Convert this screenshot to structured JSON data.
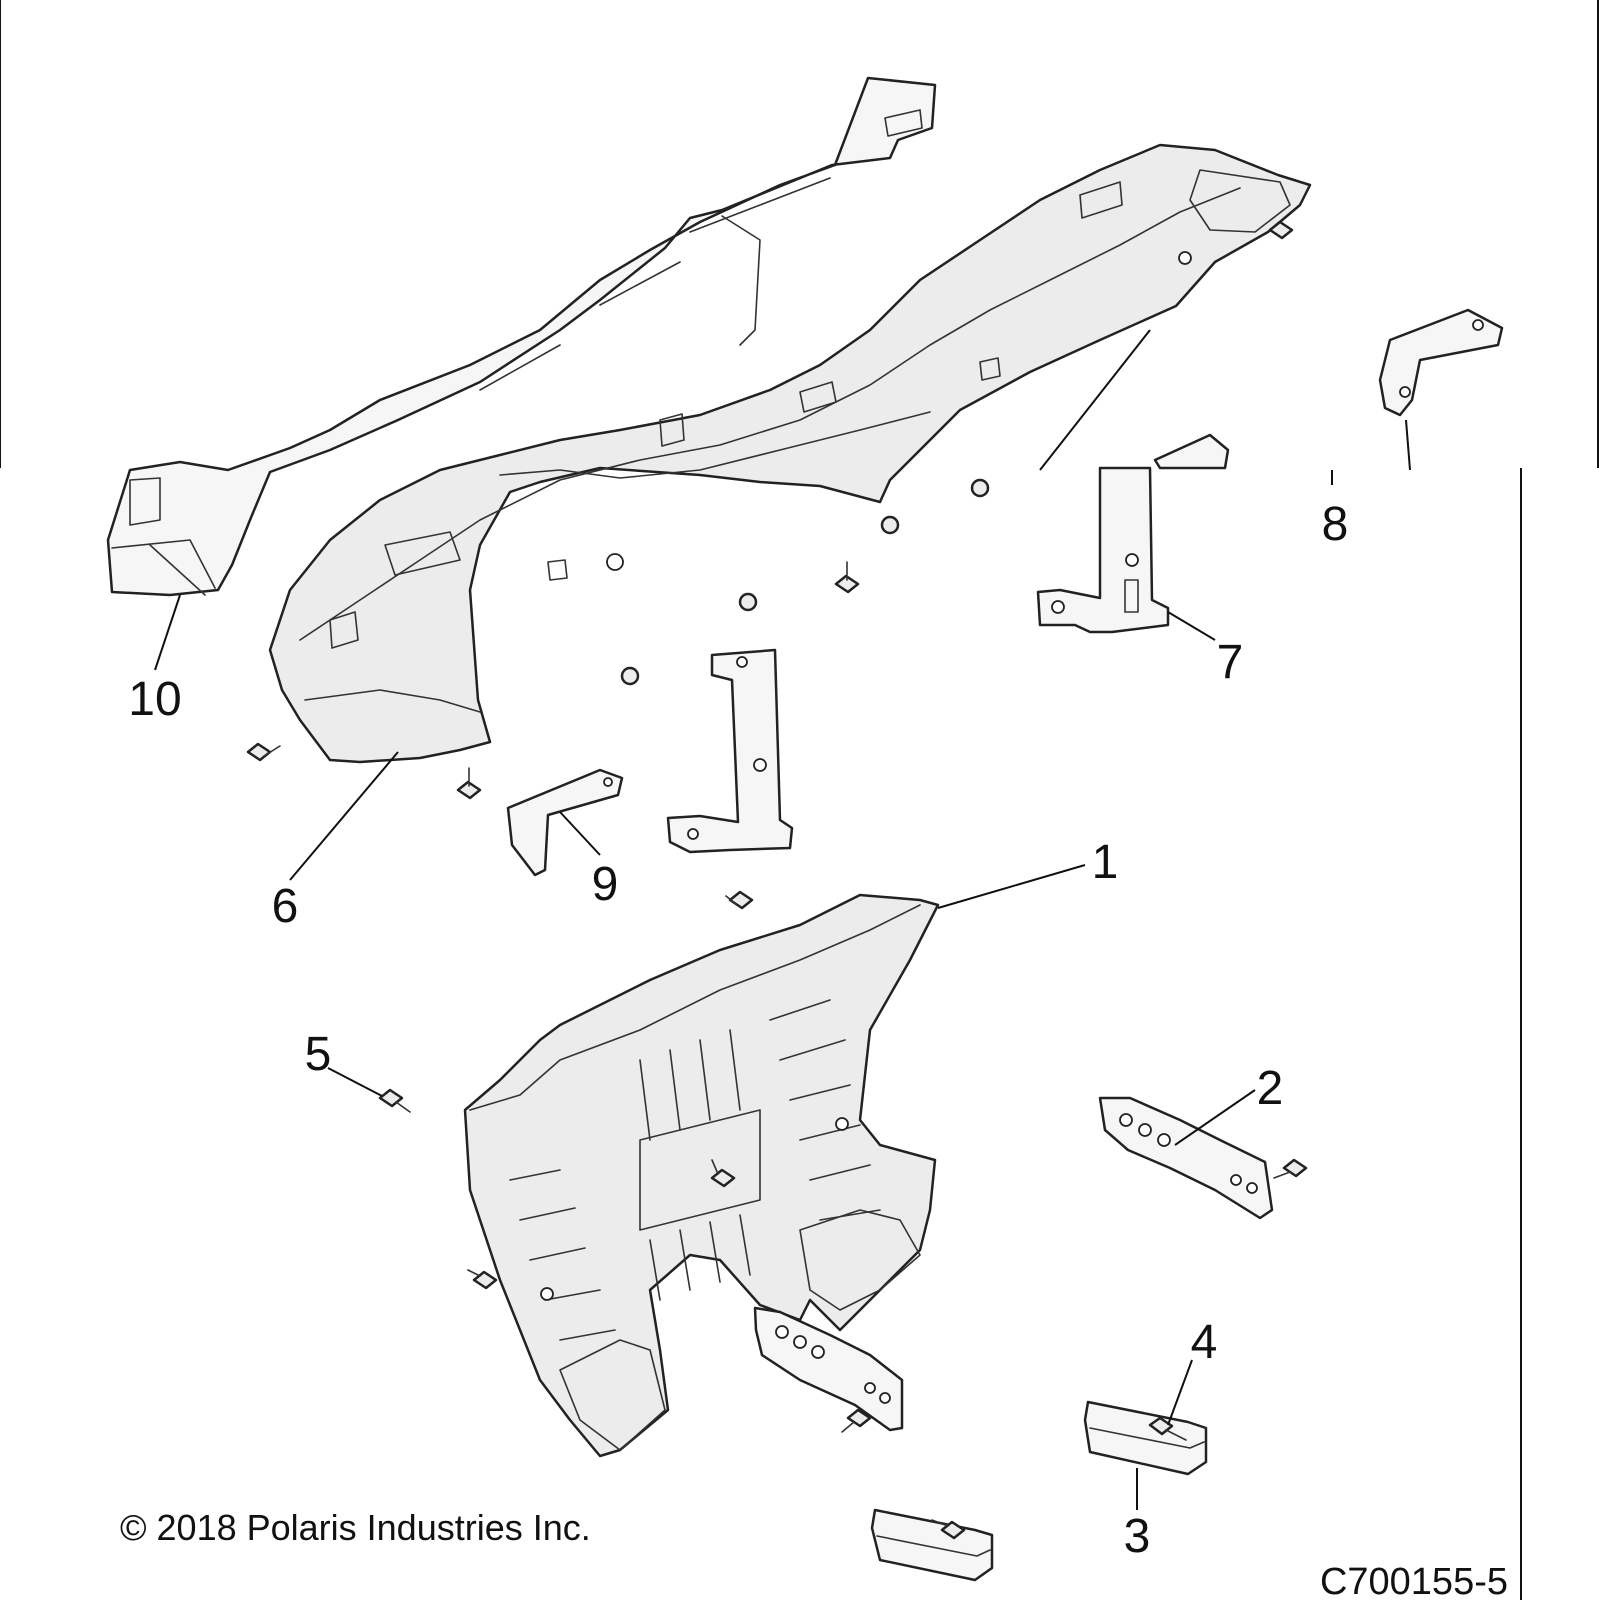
{
  "callouts": [
    {
      "id": "1",
      "label": "1"
    },
    {
      "id": "2",
      "label": "2"
    },
    {
      "id": "3",
      "label": "3"
    },
    {
      "id": "4",
      "label": "4"
    },
    {
      "id": "5",
      "label": "5"
    },
    {
      "id": "6",
      "label": "6"
    },
    {
      "id": "7",
      "label": "7"
    },
    {
      "id": "8",
      "label": "8"
    },
    {
      "id": "9",
      "label": "9"
    },
    {
      "id": "10",
      "label": "10"
    }
  ],
  "footer": {
    "copyright": "© 2018 Polaris Industries Inc.",
    "drawing_code": "C700155-5"
  }
}
